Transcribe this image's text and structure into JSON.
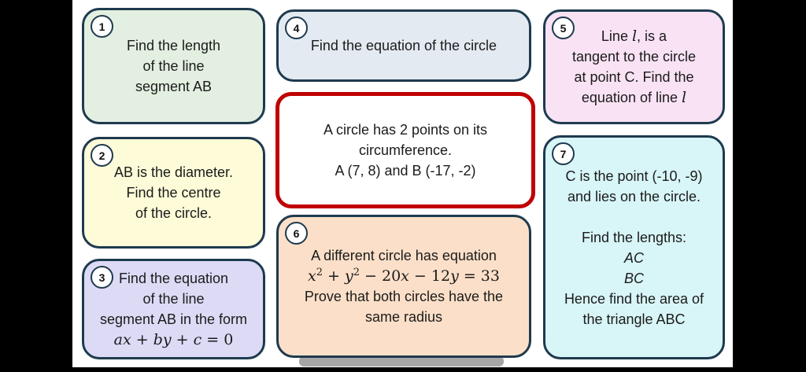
{
  "slide": {
    "background": "#ffffff",
    "letterbox_color": "#000000"
  },
  "colors": {
    "card_border": "#1e3a4f",
    "highlight_border": "#c00000",
    "text": "#1b1b1b",
    "gray_bar": "#a6a6a6",
    "badge_background": "#ffffff"
  },
  "cards": {
    "c1": {
      "number": "1",
      "bg": "#e3f0e1",
      "lines": [
        [
          "Find the length"
        ],
        [
          "of the line"
        ],
        [
          "segment AB"
        ]
      ]
    },
    "c2": {
      "number": "2",
      "bg": "#fdfbd8",
      "lines": [
        [
          "AB is the diameter."
        ],
        [
          "Find the centre"
        ],
        [
          "of the circle."
        ]
      ]
    },
    "c3": {
      "number": "3",
      "bg": "#dcdaf5",
      "lines": [
        [
          "Find the equation"
        ],
        [
          "of the line"
        ],
        [
          "segment AB in the form"
        ],
        [
          {
            "t": "ax",
            "s": "i"
          },
          {
            "t": " + ",
            "s": "r"
          },
          {
            "t": "by",
            "s": "i"
          },
          {
            "t": " + ",
            "s": "r"
          },
          {
            "t": "c",
            "s": "i"
          },
          {
            "t": " = 0",
            "s": "r"
          }
        ]
      ]
    },
    "c4": {
      "number": "4",
      "bg": "#e3eaf1",
      "lines": [
        [
          "Find the equation of the circle"
        ]
      ]
    },
    "c5": {
      "number": "5",
      "bg": "#f8e2f4",
      "lines": [
        [
          "Line ",
          {
            "t": "l",
            "s": "i"
          },
          ", is a"
        ],
        [
          "tangent to the circle"
        ],
        [
          "at point C. Find the"
        ],
        [
          "equation of line ",
          {
            "t": "l",
            "s": "i"
          }
        ]
      ]
    },
    "c6": {
      "number": "6",
      "bg": "#fbdfc8",
      "lines": [
        [
          "A different circle has equation"
        ],
        [
          {
            "t": "x",
            "s": "i"
          },
          {
            "t": "2",
            "s": "sup"
          },
          {
            "t": " + ",
            "s": "r"
          },
          {
            "t": "y",
            "s": "i"
          },
          {
            "t": "2",
            "s": "sup"
          },
          {
            "t": " − 20",
            "s": "r"
          },
          {
            "t": "x",
            "s": "i"
          },
          {
            "t": " − 12",
            "s": "r"
          },
          {
            "t": "y",
            "s": "i"
          },
          {
            "t": " = 33",
            "s": "r"
          }
        ],
        [
          "Prove that both circles have the"
        ],
        [
          "same radius"
        ]
      ]
    },
    "c7": {
      "number": "7",
      "bg": "#d8f5f7",
      "lines": [
        [
          "C is the point (-10, -9)"
        ],
        [
          "and lies on the circle."
        ],
        [
          " "
        ],
        [
          "Find the lengths:"
        ],
        [
          {
            "t": "AC",
            "s": "si"
          }
        ],
        [
          {
            "t": "BC",
            "s": "si"
          }
        ],
        [
          "Hence find the area of"
        ],
        [
          "the triangle ABC"
        ]
      ]
    },
    "center": {
      "bg": "#ffffff",
      "lines": [
        [
          "A circle has 2 points on its"
        ],
        [
          "circumference."
        ],
        [
          "A (7, 8) and B (-17, -2)"
        ]
      ]
    }
  }
}
